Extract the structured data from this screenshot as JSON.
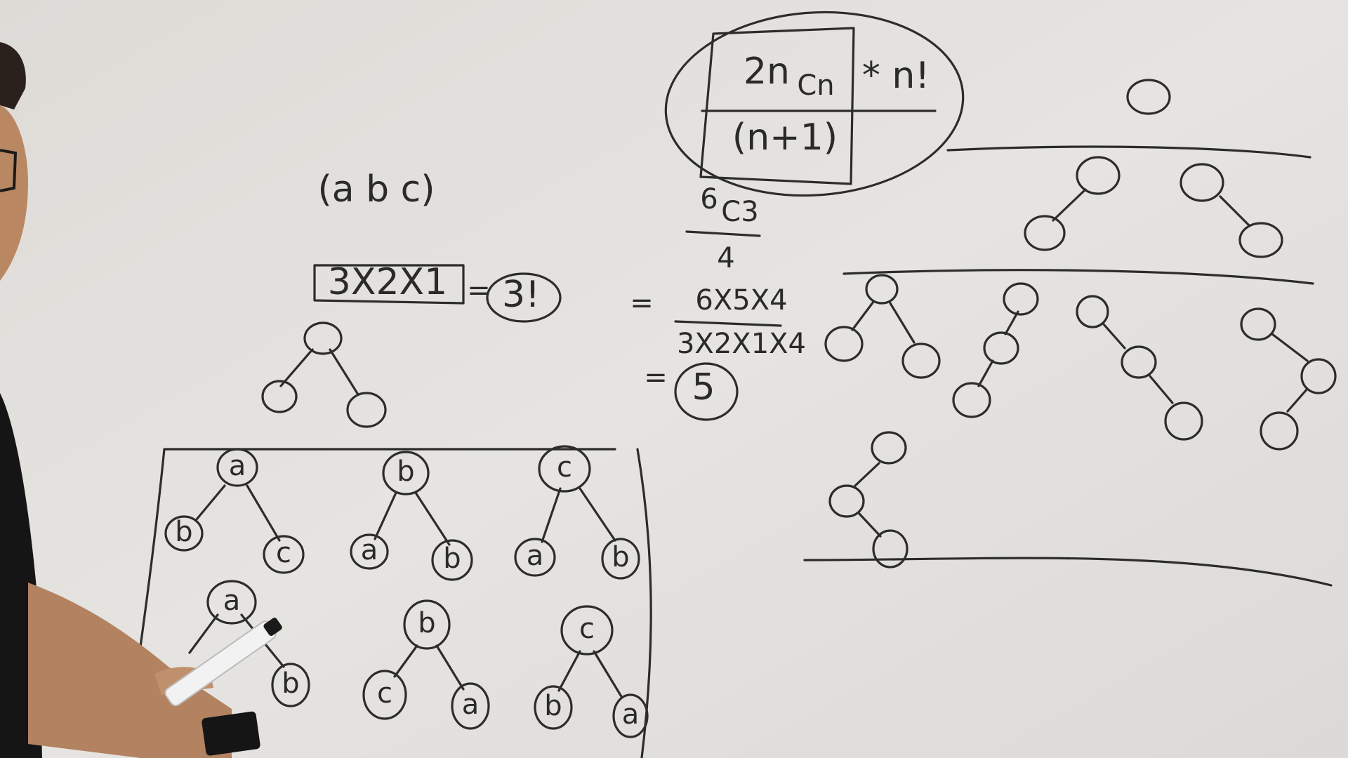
{
  "colors": {
    "board": "#e3e1de",
    "ink": "#2c2c2c",
    "skin": "#b98863",
    "shirt": "#151515",
    "marker": "#f2f2f2"
  },
  "formula": {
    "numerator": "2n",
    "sub": "Cn",
    "denominator": "(n+1)",
    "times": "* n!"
  },
  "calc": {
    "c6": "6",
    "c3sub": "C3",
    "div": "4",
    "eq1": "=",
    "num": "6X5X4",
    "den": "3X2X1X4",
    "eq2": "=",
    "result": "5"
  },
  "set": {
    "text": "(a b c)"
  },
  "perm": {
    "expr": "3X2X1",
    "eq": "=",
    "result": "3!"
  },
  "trees": {
    "t1": {
      "root": "a",
      "left": "b",
      "right": "c"
    },
    "t2": {
      "root": "b",
      "left": "a",
      "right": "b"
    },
    "t3": {
      "root": "c",
      "left": "a",
      "right": "b"
    },
    "t4": {
      "root": "a",
      "right": "b"
    },
    "t5": {
      "root": "b",
      "left": "c",
      "right": "a"
    },
    "t6": {
      "root": "c",
      "left": "b",
      "right": "a"
    }
  }
}
